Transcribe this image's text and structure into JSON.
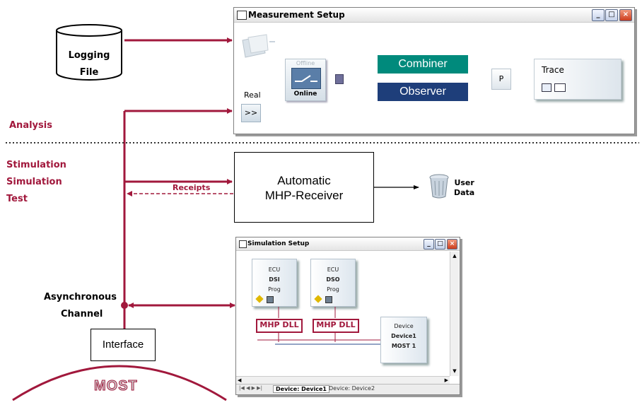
{
  "left_labels": {
    "analysis": "Analysis",
    "stimulation": "Stimulation",
    "simulation": "Simulation",
    "test": "Test",
    "async_line1": "Asynchronous",
    "async_line2": "Channel"
  },
  "logging_file": {
    "line1": "Logging",
    "line2": "File"
  },
  "measurement_window": {
    "title": "Measurement Setup",
    "real_label": "Real",
    "real_button": ">>",
    "offline_label": "Offline",
    "online_label": "Online",
    "combiner_label": "Combiner",
    "observer_label": "Observer",
    "p_label": "P",
    "trace_label": "Trace"
  },
  "receipts_label": "Receipts",
  "mhp_receiver": {
    "line1": "Automatic",
    "line2": "MHP-Receiver"
  },
  "user_data": {
    "line1": "User",
    "line2": "Data"
  },
  "simulation_window": {
    "title": "Simulation Setup",
    "ecu1": {
      "line1": "ECU",
      "line2": "DSI",
      "line3": "Prog"
    },
    "ecu2": {
      "line1": "ECU",
      "line2": "DSO",
      "line3": "Prog"
    },
    "device": {
      "line1": "Device",
      "line2": "Device1",
      "line3": "MOST 1"
    },
    "mhp_dll_1": "MHP DLL",
    "mhp_dll_2": "MHP DLL",
    "tab1": "Device: Device1",
    "tab2": "Device: Device2"
  },
  "interface_label": "Interface",
  "most_logo": "MOST",
  "colors": {
    "accent_red": "#a1183c",
    "combiner_teal": "#008a7c",
    "observer_blue": "#1e3e7a",
    "arrow_blue": "#2a4a8c"
  },
  "icons": [
    "database-cylinder-icon",
    "trash-can-icon",
    "pencil-icon",
    "disk-icon",
    "window-app-icon"
  ]
}
